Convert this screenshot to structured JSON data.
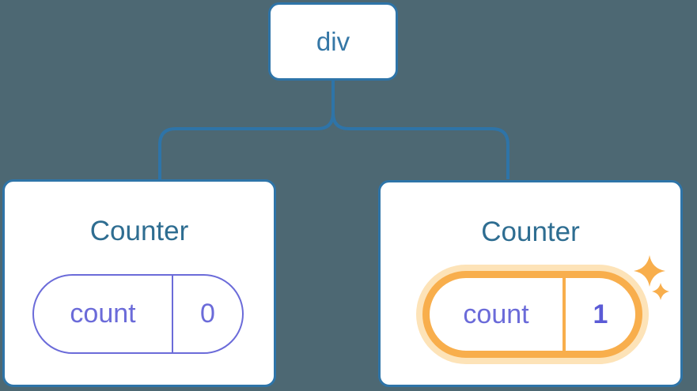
{
  "diagram": {
    "root": {
      "label": "div"
    },
    "children": [
      {
        "title": "Counter",
        "state": {
          "key": "count",
          "value": "0"
        },
        "highlighted": false
      },
      {
        "title": "Counter",
        "state": {
          "key": "count",
          "value": "1"
        },
        "highlighted": true
      }
    ]
  },
  "icons": {
    "sparkle_large": "sparkle-icon",
    "sparkle_small": "sparkle-icon"
  },
  "colors": {
    "background": "#4d6873",
    "connector": "#2e74a8",
    "card_border": "#2e74a8",
    "root_label": "#3577a6",
    "title": "#2e6d91",
    "state_purple": "#6b6bd9",
    "state_value_bold": "#5b5bd6",
    "highlight_orange": "#f8ae4c",
    "highlight_halo": "#fde3b8"
  }
}
